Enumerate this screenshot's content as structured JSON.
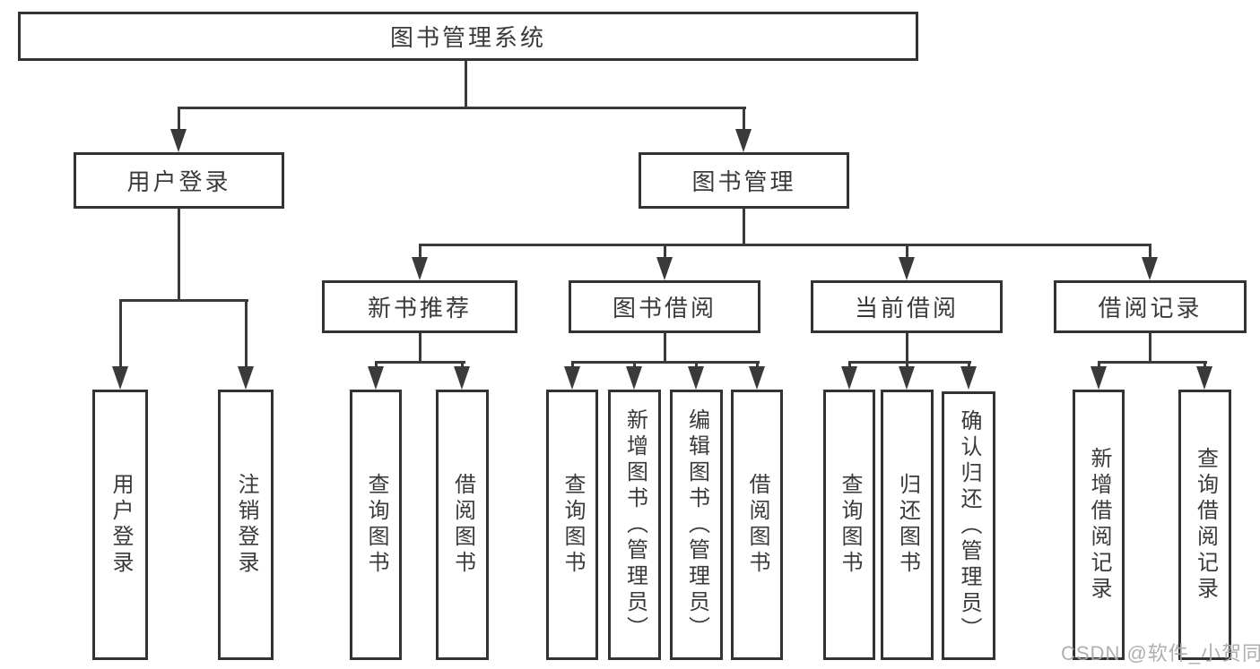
{
  "colors": {
    "line": "#3a3a3a",
    "border": "#333333",
    "text": "#3a3a3a",
    "background": "#ffffff",
    "watermark": "#a8a8a8"
  },
  "watermark": {
    "text": "CSDN @软件_小贺同学"
  },
  "tree": {
    "label": "图书管理系统",
    "children": [
      {
        "label": "用户登录",
        "children": [
          {
            "label": "用户登录"
          },
          {
            "label": "注销登录"
          }
        ]
      },
      {
        "label": "图书管理",
        "children": [
          {
            "label": "新书推荐",
            "children": [
              {
                "label": "查询图书"
              },
              {
                "label": "借阅图书"
              }
            ]
          },
          {
            "label": "图书借阅",
            "children": [
              {
                "label": "查询图书"
              },
              {
                "label": "新增图书（管理员）"
              },
              {
                "label": "编辑图书（管理员）"
              },
              {
                "label": "借阅图书"
              }
            ]
          },
          {
            "label": "当前借阅",
            "children": [
              {
                "label": "查询图书"
              },
              {
                "label": "归还图书"
              },
              {
                "label": "确认归还（管理员）"
              }
            ]
          },
          {
            "label": "借阅记录",
            "children": [
              {
                "label": "新增借阅记录"
              },
              {
                "label": "查询借阅记录"
              }
            ]
          }
        ]
      }
    ]
  }
}
